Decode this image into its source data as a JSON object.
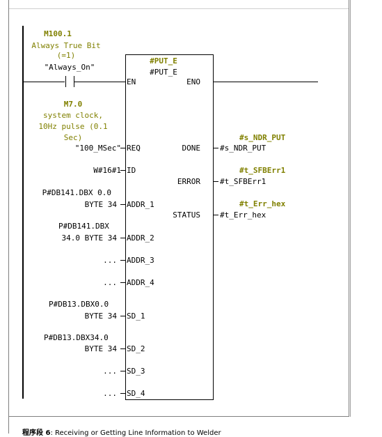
{
  "contact": {
    "address": "M100.1",
    "comment_line1": "Always True Bit",
    "comment_line2": "(=1)",
    "symbol": "\"Always_On\""
  },
  "block": {
    "instance_db": "#PUT_E",
    "type": "#PUT_E",
    "en": "EN",
    "eno": "ENO"
  },
  "req": {
    "address": "M7.0",
    "comment_line1": "system clock,",
    "comment_line2": "10Hz pulse (0.1",
    "comment_line3": "Sec)",
    "actual": "\"100_MSec\""
  },
  "inputs": {
    "req": "REQ",
    "id": "ID",
    "id_value": "W#16#1",
    "addr_1": "ADDR_1",
    "addr_1_line1": "P#DB141.DBX 0.0",
    "addr_1_line2": "BYTE 34",
    "addr_2": "ADDR_2",
    "addr_2_line1": "P#DB141.DBX",
    "addr_2_line2": "34.0 BYTE 34",
    "addr_3": "ADDR_3",
    "addr_3_value": "...",
    "addr_4": "ADDR_4",
    "addr_4_value": "...",
    "sd_1": "SD_1",
    "sd_1_line1": "P#DB13.DBX0.0",
    "sd_1_line2": "BYTE 34",
    "sd_2": "SD_2",
    "sd_2_line1": "P#DB13.DBX34.0",
    "sd_2_line2": "BYTE 34",
    "sd_3": "SD_3",
    "sd_3_value": "...",
    "sd_4": "SD_4",
    "sd_4_value": "..."
  },
  "outputs": {
    "done": "DONE",
    "done_symbol": "#s_NDR_PUT",
    "done_actual": "#s_NDR_PUT",
    "error": "ERROR",
    "error_symbol": "#t_SFBErr1",
    "error_actual": "#t_SFBErr1",
    "status": "STATUS",
    "status_symbol": "#t_Err_hex",
    "status_actual": "#t_Err_hex"
  },
  "footer": {
    "label": "程序段 6",
    "title": ": Receiving or Getting Line Information to Welder"
  },
  "colors": {
    "symbol_color": "#808000"
  }
}
